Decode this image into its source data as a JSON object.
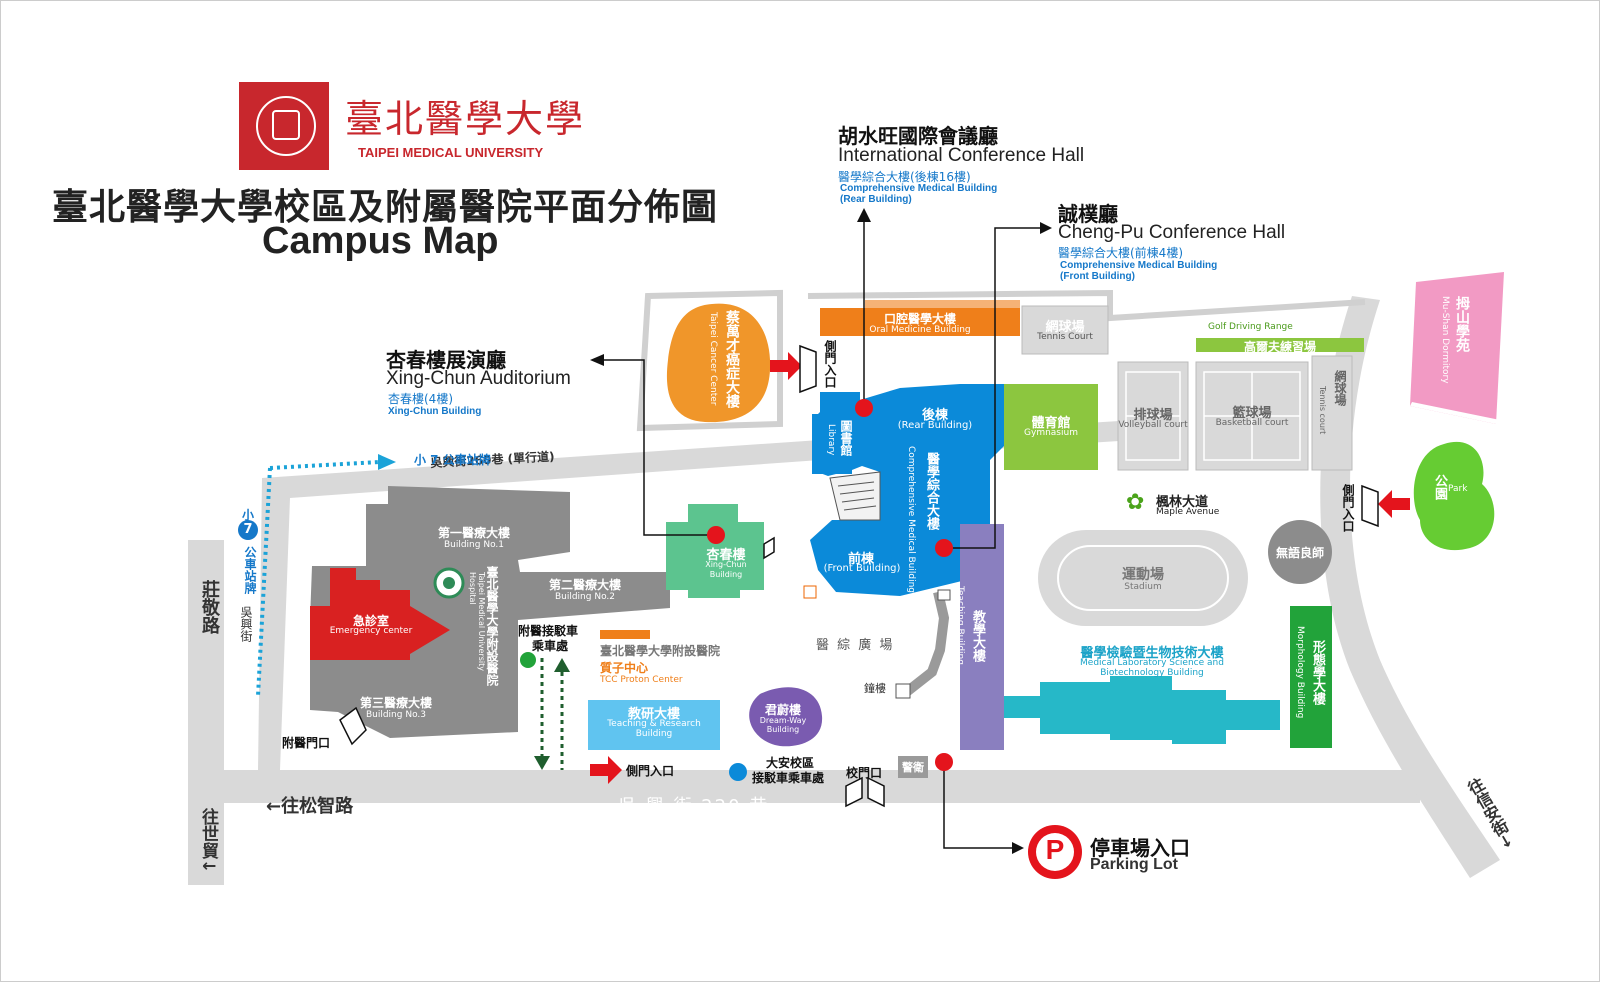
{
  "header": {
    "logo_zh": "臺北醫學大學",
    "logo_en": "TAIPEI MEDICAL UNIVERSITY",
    "title_zh": "臺北醫學大學校區及附屬醫院平面分佈圖",
    "title_en": "Campus Map"
  },
  "callouts": {
    "international_hall": {
      "zh": "胡水旺國際會議廳",
      "en": "International Conference Hall",
      "sub_zh": "醫學綜合大樓(後棟16樓)",
      "sub_en1": "Comprehensive Medical Building",
      "sub_en2": "(Rear Building)"
    },
    "chengpu_hall": {
      "zh": "誠樸廳",
      "en": "Cheng-Pu Conference Hall",
      "sub_zh": "醫學綜合大樓(前棟4樓)",
      "sub_en1": "Comprehensive Medical Building",
      "sub_en2": "(Front Building)"
    },
    "xingchun_aud": {
      "zh": "杏春樓展演廳",
      "en": "Xing-Chun Auditorium",
      "sub_zh": "杏春樓(4樓)",
      "sub_en": "Xing-Chun Building"
    }
  },
  "buildings": {
    "cancer_zh": "蔡萬才癌症大樓",
    "cancer_en": "Taipei Cancer Center",
    "oral_zh": "口腔醫學大樓",
    "oral_en": "Oral Medicine Building",
    "tennis_zh": "網球場",
    "tennis_en": "Tennis Court",
    "golf_en": "Golf Driving Range",
    "golf_zh": "高爾夫練習場",
    "dorm_zh": "拇山學苑",
    "dorm_en": "Mu-Shan Dormitory",
    "rear_zh": "後棟",
    "rear_en": "(Rear Building)",
    "library_zh": "圖書館",
    "library_en": "Library",
    "comp_zh": "醫學綜合大樓",
    "comp_en": "Comprehensive Medical Building",
    "gym_zh": "體育館",
    "gym_en": "Gymnasium",
    "volley_zh": "排球場",
    "volley_en": "Volleyball court",
    "basket_zh": "籃球場",
    "basket_en": "Basketball court",
    "tennis2_zh": "網球場",
    "tennis2_en": "Tennis court",
    "park_zh": "公園",
    "park_en": "Park",
    "maple_zh": "楓林大道",
    "maple_en": "Maple Avenue",
    "wuyu": "無語良師",
    "stadium_zh": "運動場",
    "stadium_en": "Stadium",
    "front_zh": "前棟",
    "front_en": "(Front Building)",
    "xingchun_zh": "杏春樓",
    "xingchun_en": "Xing-Chun Building",
    "b1_zh": "第一醫療大樓",
    "b1_en": "Building No.1",
    "b2_zh": "第二醫療大樓",
    "b2_en": "Building No.2",
    "b3_zh": "第三醫療大樓",
    "b3_en": "Building No.3",
    "hosp_zh": "臺北醫學大學附設醫院",
    "hosp_en": "Taipei Medical University Hospital",
    "er_zh": "急診室",
    "er_en": "Emergency center",
    "teach_zh": "教學大樓",
    "teach_en": "Teaching Building",
    "medlab_zh": "醫學檢驗暨生物技術大樓",
    "medlab_en1": "Medical Laboratory Science and",
    "medlab_en2": "Biotechnology Building",
    "morph_zh": "形態學大樓",
    "morph_en": "Morphology Building",
    "research_zh": "教研大樓",
    "research_en1": "Teaching & Research",
    "research_en2": "Building",
    "dream_zh": "君蔚樓",
    "dream_en1": "Dream-Way",
    "dream_en2": "Building",
    "proton_hosp": "臺北醫學大學附設醫院",
    "proton_zh": "質子中心",
    "proton_en": "TCC Proton Center",
    "plaza": "醫 綜 廣 場",
    "bell": "鐘樓"
  },
  "entrances": {
    "side_gate_1": "側門入口",
    "side_gate_2": "側門入口",
    "side_gate_3": "側門入口",
    "hosp_gate": "附醫門口",
    "school_gate": "校門口",
    "guard": "警衛",
    "shuttle_hosp1": "附醫接駁車",
    "shuttle_hosp2": "乘車處",
    "shuttle_daan1": "大安校區",
    "shuttle_daan2": "接駁車乘車處",
    "parking_zh": "停車場入口",
    "parking_en": "Parking Lot",
    "parking_p": "P"
  },
  "roads": {
    "lane260": "吳興街260巷 (單行道)",
    "lane220": "吳 興 街 220 巷",
    "songzhi": "←往松智路",
    "shimao": "往世貿↓",
    "zhuangjing": "莊敬路",
    "xinan": "信 安 街",
    "to_xinan": "往信安街→",
    "bus_top": "小 7 公車站牌",
    "bus_side1": "小",
    "bus_side2": "公車站牌",
    "bus_side3": "吳興街",
    "seven": "7"
  },
  "colors": {
    "brand_red": "#c8272d",
    "blue": "#0b8ad9",
    "gray": "#8c8c8c",
    "orange": "#ef7f1a",
    "green": "#8cc63f",
    "teal": "#26b8c8",
    "purple": "#8a7fbf",
    "pink": "#f29ac4"
  }
}
